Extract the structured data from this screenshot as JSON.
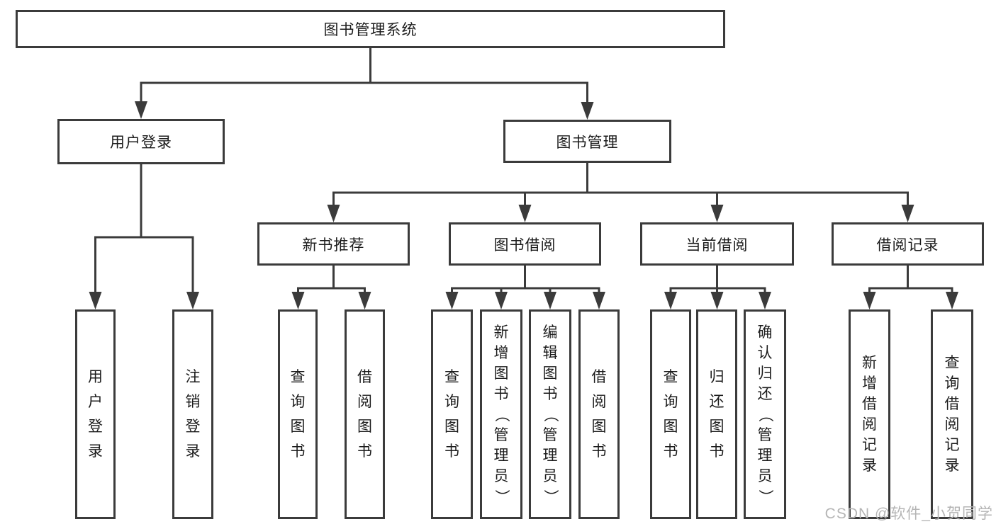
{
  "diagram": {
    "title": "图书管理系统",
    "root": {
      "label": "图书管理系统"
    },
    "branches": [
      {
        "label": "用户登录",
        "children": [
          {
            "label": "用户登录"
          },
          {
            "label": "注销登录"
          }
        ]
      },
      {
        "label": "图书管理",
        "children": [
          {
            "label": "新书推荐",
            "children": [
              {
                "label": "查询图书"
              },
              {
                "label": "借阅图书"
              }
            ]
          },
          {
            "label": "图书借阅",
            "children": [
              {
                "label": "查询图书"
              },
              {
                "label": "新增图书（管理员）"
              },
              {
                "label": "编辑图书（管理员）"
              },
              {
                "label": "借阅图书"
              }
            ]
          },
          {
            "label": "当前借阅",
            "children": [
              {
                "label": "查询图书"
              },
              {
                "label": "归还图书"
              },
              {
                "label": "确认归还（管理员）"
              }
            ]
          },
          {
            "label": "借阅记录",
            "children": [
              {
                "label": "新增借阅记录"
              },
              {
                "label": "查询借阅记录"
              }
            ]
          }
        ]
      }
    ]
  },
  "watermark": {
    "text": "CSDN @软件_小贺同学"
  },
  "colors": {
    "line": "#3b3b3b",
    "text": "#1c1c1c",
    "background": "#ffffff",
    "watermark": "#b5b5b5"
  }
}
